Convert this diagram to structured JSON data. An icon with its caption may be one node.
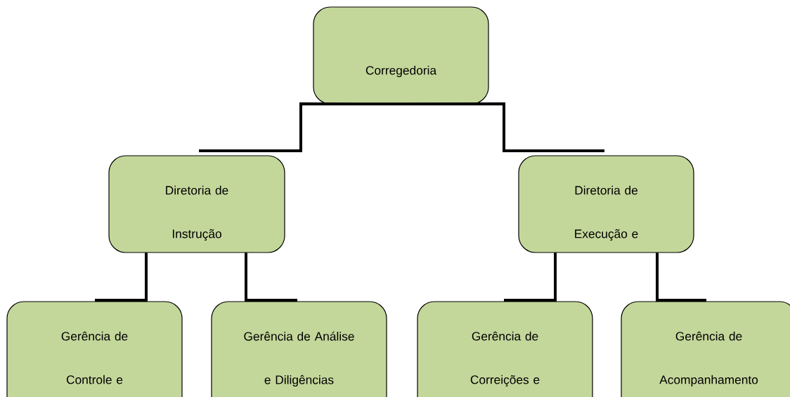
{
  "diagram": {
    "nodes": [
      {
        "text": [
          "Corregedoria"
        ]
      },
      {
        "text": [
          "Diretoria de Instrução"
        ]
      },
      {
        "text": [
          "Diretoria de Execução e"
        ]
      },
      {
        "text": [
          "Gerência de Controle e"
        ]
      },
      {
        "text": [
          "Gerência de Análise e Diligências"
        ]
      },
      {
        "text": [
          "Gerência de Correições e"
        ]
      },
      {
        "text": [
          "Gerência de Acompanhamento"
        ]
      }
    ],
    "edges": [
      {
        "from": 0,
        "to": 1,
        "arrow": "none"
      },
      {
        "from": 0,
        "to": 2,
        "arrow": "none"
      },
      {
        "from": 1,
        "to": 3,
        "arrow": "none"
      },
      {
        "from": 1,
        "to": 4,
        "arrow": "none"
      },
      {
        "from": 2,
        "to": 5,
        "arrow": "none"
      },
      {
        "from": 2,
        "to": 6,
        "arrow": "none"
      }
    ]
  }
}
